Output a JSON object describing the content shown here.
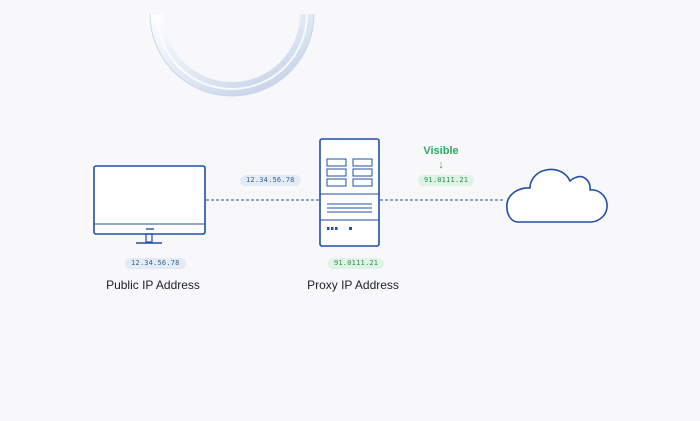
{
  "colors": {
    "accent_blue": "#1f4fa8",
    "visible_green": "#2fa75b",
    "background": "#f8f8fa"
  },
  "icons": [
    "decorative-ring-icon",
    "monitor-icon",
    "server-icon",
    "cloud-icon",
    "arrow-down-icon"
  ],
  "public_ip_pill": "12.34.56.78",
  "connection_pill": "12.34.56.78",
  "proxy_ip_pill": "91.0111.21",
  "visible_pill": "91.0111.21",
  "visible_label": "Visible",
  "arrow_glyph": "↓",
  "public_label": "Public IP Address",
  "proxy_label": "Proxy IP Address"
}
